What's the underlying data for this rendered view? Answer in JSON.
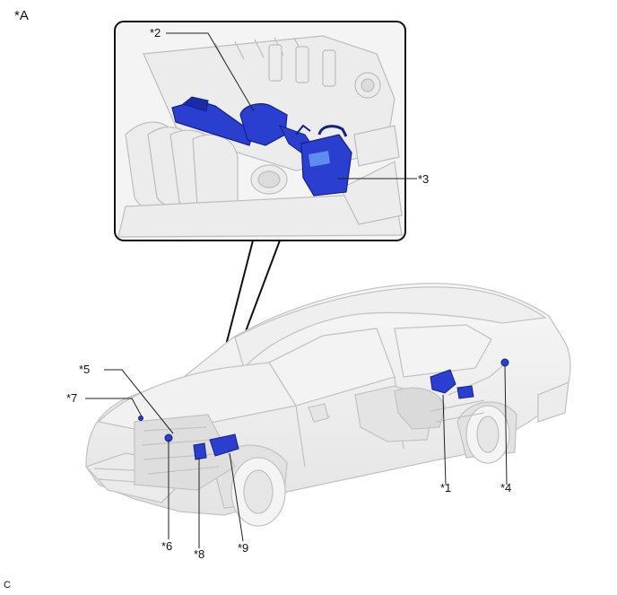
{
  "figure": {
    "view_label": "*A",
    "corner_code": "C",
    "callouts": {
      "c1": "*1",
      "c2": "*2",
      "c3": "*3",
      "c4": "*4",
      "c5": "*5",
      "c6": "*6",
      "c7": "*7",
      "c8": "*8",
      "c9": "*9"
    }
  },
  "colors": {
    "highlight_part": "#2a3fd0",
    "highlight_dark": "#12208e",
    "highlight_light": "#5d8df0",
    "line_art": "#c9c9c9",
    "leader": "#222222"
  }
}
